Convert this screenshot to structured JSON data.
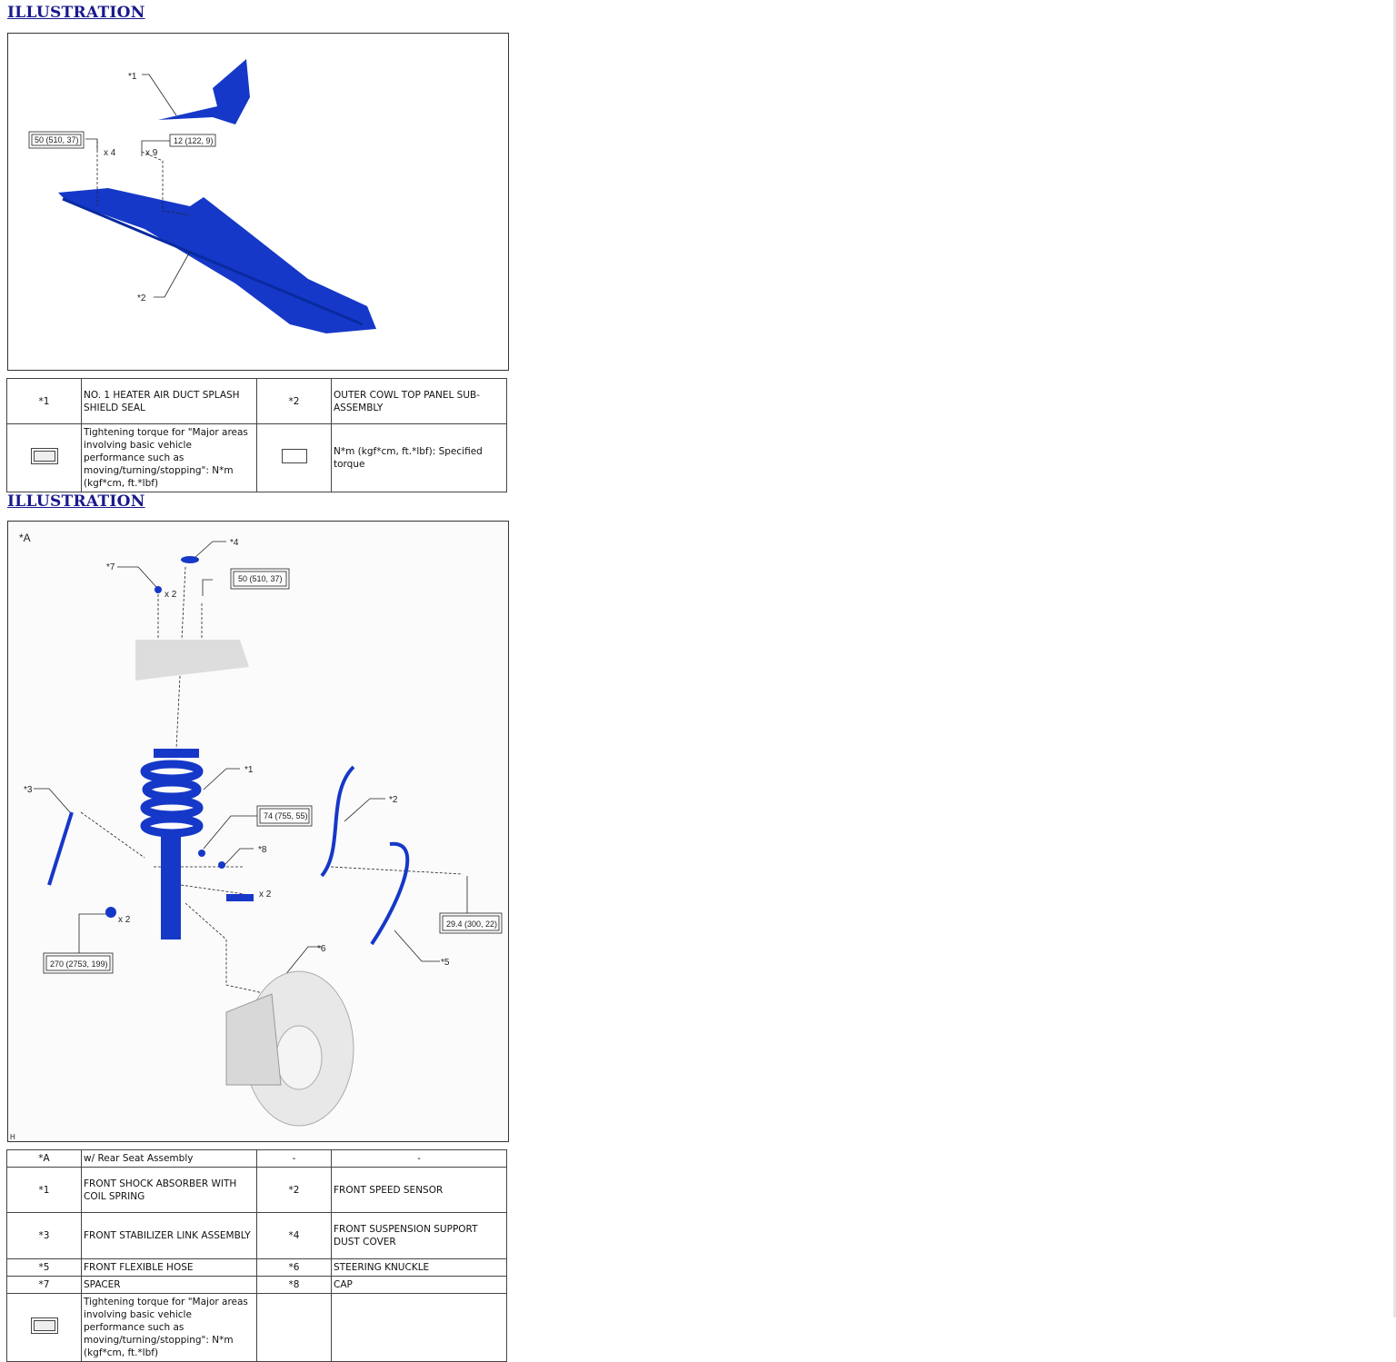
{
  "sections": [
    {
      "heading": "ILLUSTRATION",
      "callouts": {
        "c1": "*1",
        "c2": "*2",
        "t1": "50 (510, 37)",
        "t2": "12 (122, 9)",
        "q1": "x 4",
        "q2": "x 9"
      },
      "table": {
        "rows": [
          [
            "*1",
            "NO. 1 HEATER AIR DUCT SPLASH SHIELD SEAL",
            "*2",
            "OUTER COWL TOP PANEL SUB-ASSEMBLY"
          ],
          [
            "",
            "Tightening torque for \"Major areas involving basic vehicle performance such as moving/turning/stopping\": N*m (kgf*cm, ft.*lbf)",
            "",
            "N*m (kgf*cm, ft.*lbf): Specified torque"
          ]
        ]
      }
    },
    {
      "heading": "ILLUSTRATION",
      "callouts": {
        "cA": "*A",
        "c1": "*1",
        "c2": "*2",
        "c3": "*3",
        "c4": "*4",
        "c5": "*5",
        "c6": "*6",
        "c7": "*7",
        "c8": "*8",
        "t1": "50 (510, 37)",
        "t2": "74 (755, 55)",
        "t3": "29.4 (300, 22)",
        "t4": "270 (2753, 199)",
        "q1": "x 2",
        "q2": "x 2",
        "q3": "x 2",
        "code": "H"
      },
      "table": {
        "rows": [
          [
            "*A",
            "w/ Rear Seat Assembly",
            "-",
            "-"
          ],
          [
            "*1",
            "FRONT SHOCK ABSORBER WITH COIL SPRING",
            "*2",
            "FRONT SPEED SENSOR"
          ],
          [
            "*3",
            "FRONT STABILIZER LINK ASSEMBLY",
            "*4",
            "FRONT SUSPENSION SUPPORT DUST COVER"
          ],
          [
            "*5",
            "FRONT FLEXIBLE HOSE",
            "*6",
            "STEERING KNUCKLE"
          ],
          [
            "*7",
            "SPACER",
            "*8",
            "CAP"
          ],
          [
            "",
            "Tightening torque for \"Major areas involving basic vehicle performance such as moving/turning/stopping\": N*m (kgf*cm, ft.*lbf)",
            "",
            ""
          ]
        ]
      }
    }
  ],
  "colors": {
    "part": "#1638c8",
    "heading": "#1a1a8c"
  }
}
